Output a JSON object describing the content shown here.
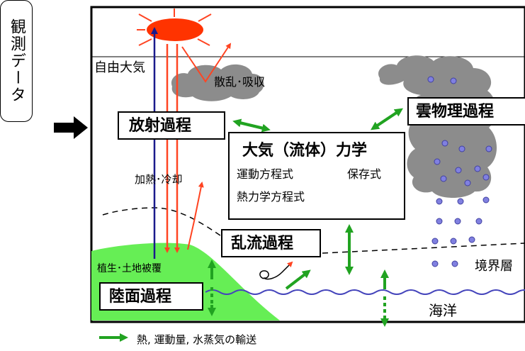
{
  "observation_input": "観測データ",
  "labels": {
    "free_atmosphere": "自由大気",
    "scatter_absorb": "散乱･吸収",
    "heating_cooling": "加熱･冷却",
    "vegetation": "植生･土地被覆",
    "boundary_layer": "境界層",
    "ocean": "海洋"
  },
  "processes": {
    "radiation": "放射過程",
    "cloud_physics": "雲物理過程",
    "turbulence": "乱流過程",
    "land_surface": "陸面過程"
  },
  "dynamics": {
    "title": "大気（流体）力学",
    "eq_motion": "運動方程式",
    "conservation": "保存式",
    "thermo": "熱力学方程式"
  },
  "legend": {
    "text": "熱, 運動量, 水蒸気の輸送"
  },
  "colors": {
    "transport_arrow": "#21a321",
    "land": "#66ee55",
    "cloud": "#8c8c8c",
    "sun": "#ff3300",
    "ray": "#ff4422",
    "upward_arrow": "#1a1a8c",
    "droplet": "#8080e0",
    "ocean_wave": "#4444bb"
  }
}
